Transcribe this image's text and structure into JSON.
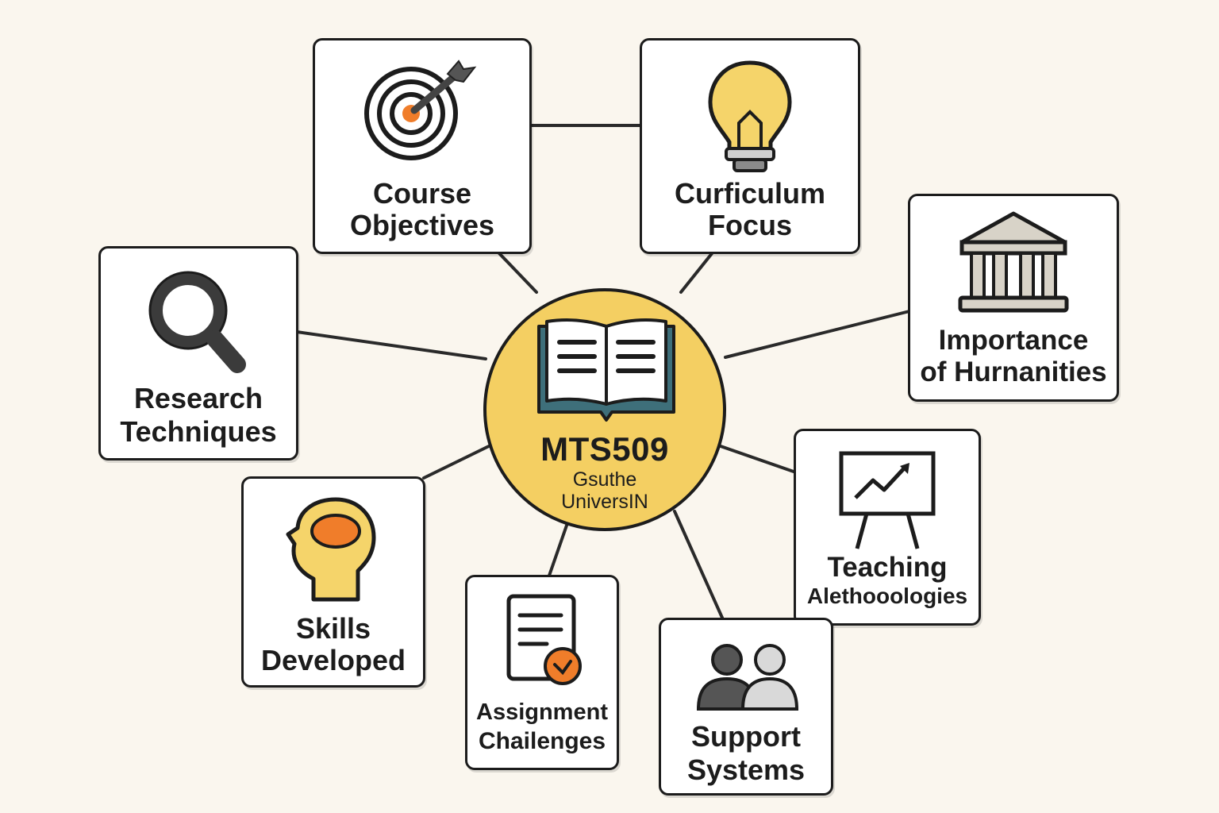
{
  "center": {
    "code": "MTS509",
    "subtitle_line1": "Gsuthe",
    "subtitle_line2": "UniversIN",
    "icon": "open-book-icon"
  },
  "nodes": {
    "course_objectives": {
      "line1": "Course",
      "line2": "Objectives",
      "icon": "target-icon"
    },
    "curriculum_focus": {
      "line1": "Curficulum",
      "line2": "Focus",
      "icon": "lightbulb-icon"
    },
    "importance_humanities": {
      "line1": "Importance",
      "line2": "of Hurnanities",
      "icon": "building-columns-icon"
    },
    "research_techniques": {
      "line1": "Research",
      "line2": "Techniques",
      "icon": "magnifier-icon"
    },
    "teaching_methodologies": {
      "line1": "Teaching",
      "line2": "Alethooologies",
      "icon": "presentation-chart-icon"
    },
    "skills_developed": {
      "line1": "Skills",
      "line2": "Developed",
      "icon": "head-brain-icon"
    },
    "assignment_challenges": {
      "line1": "Assignment",
      "line2": "Chailenges",
      "icon": "document-check-icon"
    },
    "support_systems": {
      "line1": "Support",
      "line2": "Systems",
      "icon": "people-icon"
    }
  },
  "colors": {
    "background": "#faf6ee",
    "center_fill": "#f4cf62",
    "accent_orange": "#f07d2a",
    "accent_yellow": "#f5d46a",
    "outline": "#1c1c1c",
    "book_teal": "#3e6f7a"
  }
}
